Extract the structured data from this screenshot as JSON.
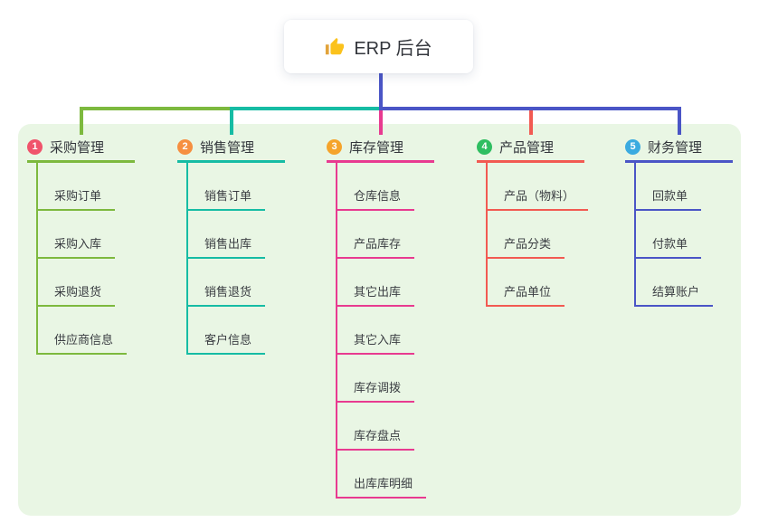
{
  "root": {
    "title": "ERP 后台",
    "icon": "thumbs-up-icon"
  },
  "colors": {
    "canvas_bg": "#FFFFFF",
    "panel_bg": "#E9F6E4",
    "stem": "#4A55C6",
    "text_dark": "#33363C",
    "thumb_yellow": "#FBC21C",
    "thumb_cuff": "#E2A33B"
  },
  "branches": [
    {
      "num": "1",
      "title": "采购管理",
      "badge_color": "#F0536B",
      "line_color": "#7DB93E",
      "children": [
        "采购订单",
        "采购入库",
        "采购退货",
        "供应商信息"
      ]
    },
    {
      "num": "2",
      "title": "销售管理",
      "badge_color": "#F68F40",
      "line_color": "#16BCA4",
      "children": [
        "销售订单",
        "销售出库",
        "销售退货",
        "客户信息"
      ]
    },
    {
      "num": "3",
      "title": "库存管理",
      "badge_color": "#F5A42B",
      "line_color": "#E83A90",
      "children": [
        "仓库信息",
        "产品库存",
        "其它出库",
        "其它入库",
        "库存调拨",
        "库存盘点",
        "出库库明细"
      ]
    },
    {
      "num": "4",
      "title": "产品管理",
      "badge_color": "#2FBE61",
      "line_color": "#F25A52",
      "children": [
        "产品（物料）",
        "产品分类",
        "产品单位"
      ]
    },
    {
      "num": "5",
      "title": "财务管理",
      "badge_color": "#3BABE0",
      "line_color": "#4A55C6",
      "children": [
        "回款单",
        "付款单",
        "结算账户"
      ]
    }
  ]
}
